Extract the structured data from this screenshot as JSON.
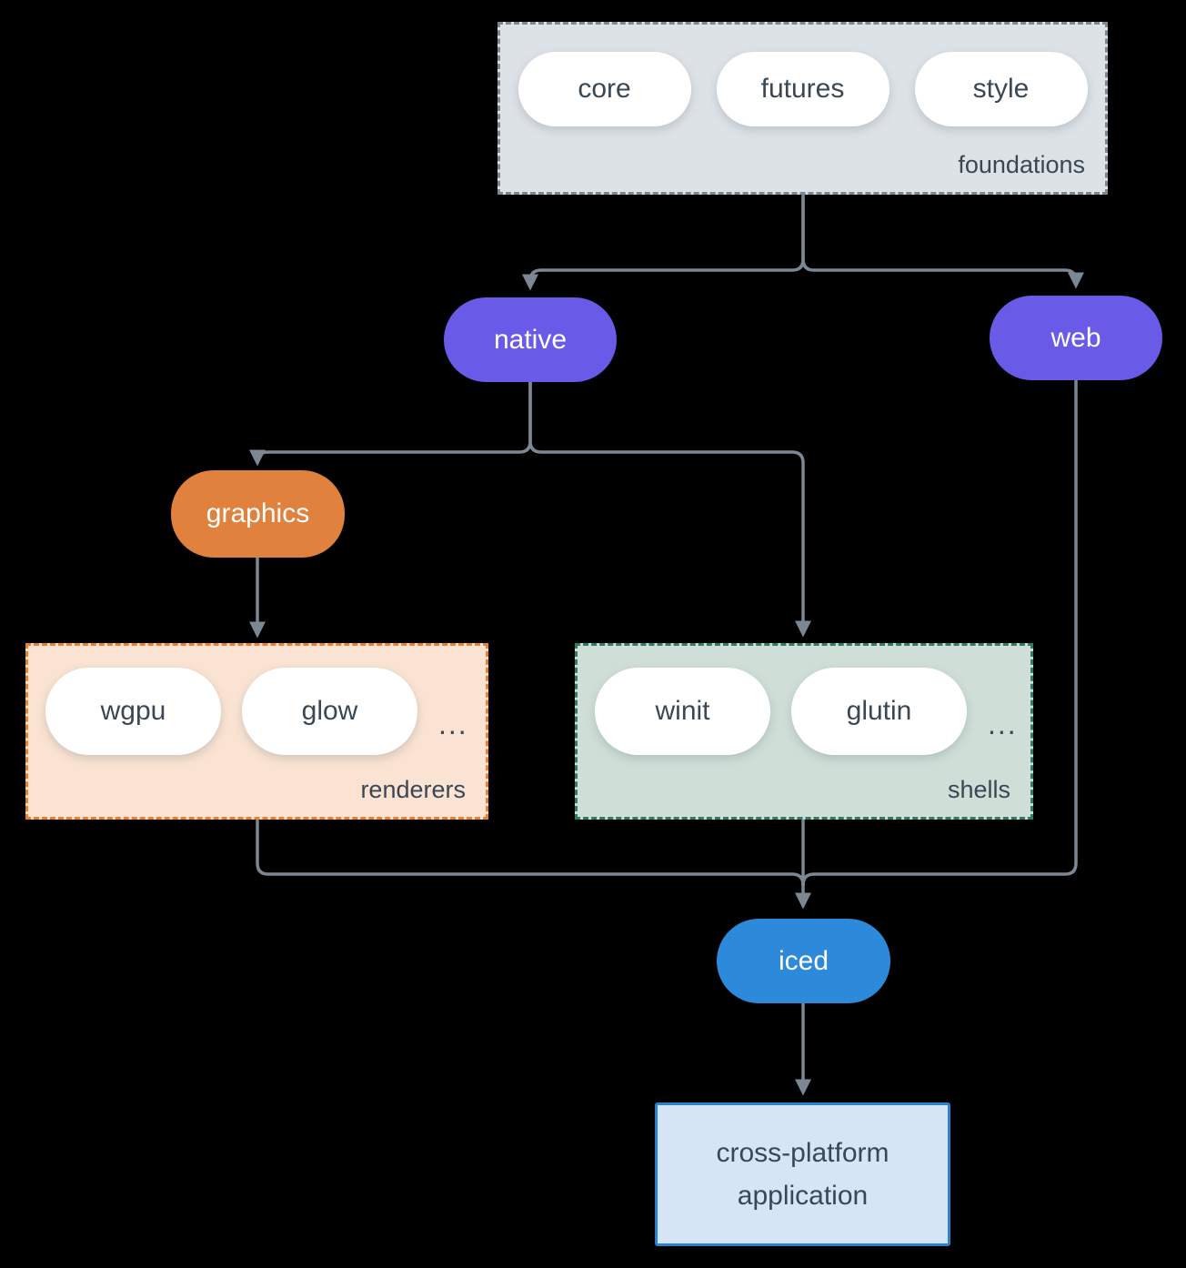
{
  "colors": {
    "background": "#000000",
    "arrow": "#7b8793",
    "slate_text": "#3a4754",
    "purple": "#6a5ae8",
    "orange": "#e0813d",
    "blue": "#2d89da",
    "foundations_fill": "#dde2e7",
    "foundations_border": "#7b8793",
    "renderers_fill": "#fae3d2",
    "renderers_border": "#e8822e",
    "shells_fill": "#cfdfd7",
    "shells_border": "#2f7c68",
    "app_fill": "#d5e5f6",
    "app_border": "#2b80d1",
    "pill_white": "#ffffff"
  },
  "groups": {
    "foundations": {
      "label": "foundations",
      "pills": [
        "core",
        "futures",
        "style"
      ]
    },
    "renderers": {
      "label": "renderers",
      "pills": [
        "wgpu",
        "glow"
      ],
      "ellipsis": "..."
    },
    "shells": {
      "label": "shells",
      "pills": [
        "winit",
        "glutin"
      ],
      "ellipsis": "..."
    }
  },
  "nodes": {
    "native": "native",
    "web": "web",
    "graphics": "graphics",
    "iced": "iced",
    "application": "cross-platform application"
  }
}
